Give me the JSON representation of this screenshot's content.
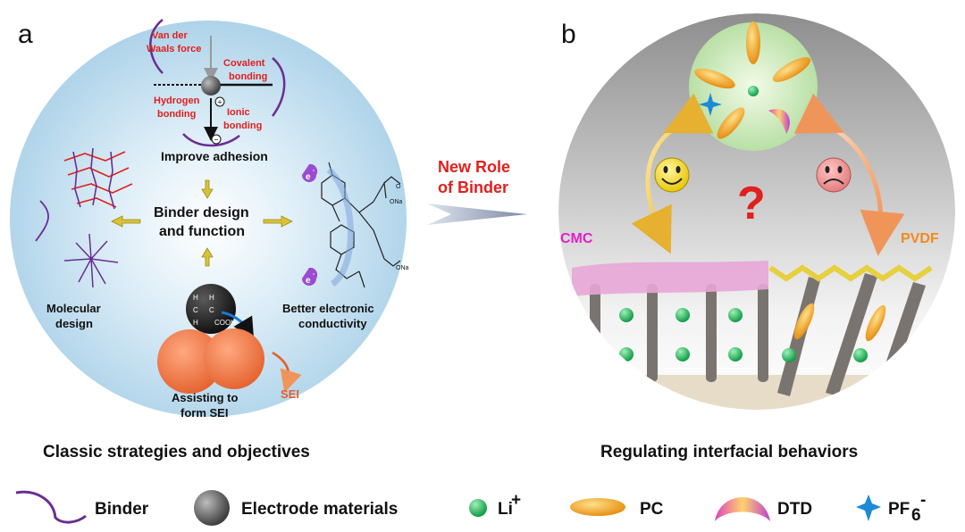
{
  "panel_a": {
    "letter": "a",
    "van_der_waals_1": "Van der",
    "van_der_waals_2": "Waals force",
    "covalent_1": "Covalent",
    "covalent_2": "bonding",
    "hydrogen_1": "Hydrogen",
    "hydrogen_2": "bonding",
    "ionic_1": "Ionic",
    "ionic_2": "bonding",
    "plus_sign": "+",
    "minus_sign": "−",
    "improve_adhesion": "Improve adhesion",
    "center_1": "Binder design",
    "center_2": "and function",
    "molecular_1": "Molecular",
    "molecular_2": "design",
    "conductivity_1": "Better electronic",
    "conductivity_2": "conductivity",
    "electron": "e",
    "electron_sup": "-",
    "sei_1": "Assisting to",
    "sei_2": "form SEI",
    "sei_label": "SEI",
    "chem_h": "H",
    "chem_c": "C",
    "chem_cooh": "COOH",
    "chem_ona": "ONa",
    "chem_o": "O",
    "caption": "Classic strategies and objectives"
  },
  "center_arrow": {
    "line1": "New Role",
    "line2": "of Binder"
  },
  "panel_b": {
    "letter": "b",
    "cmc": "CMC",
    "pvdf": "PVDF",
    "question": "?",
    "caption": "Regulating interfacial behaviors"
  },
  "legend": {
    "binder": "Binder",
    "electrode": "Electrode materials",
    "li": "Li",
    "li_sup": "+",
    "pc": "PC",
    "dtd": "DTD",
    "pf6": "PF",
    "pf6_sub": "6",
    "pf6_sup": "-"
  },
  "colors": {
    "label_red": "#e0201c",
    "cmc_magenta": "#e020c8",
    "pvdf_orange": "#f08a1e",
    "binder_purple": "#6b2d91",
    "li_green": "#1cb85a",
    "pc_orange": "#f0a020"
  }
}
